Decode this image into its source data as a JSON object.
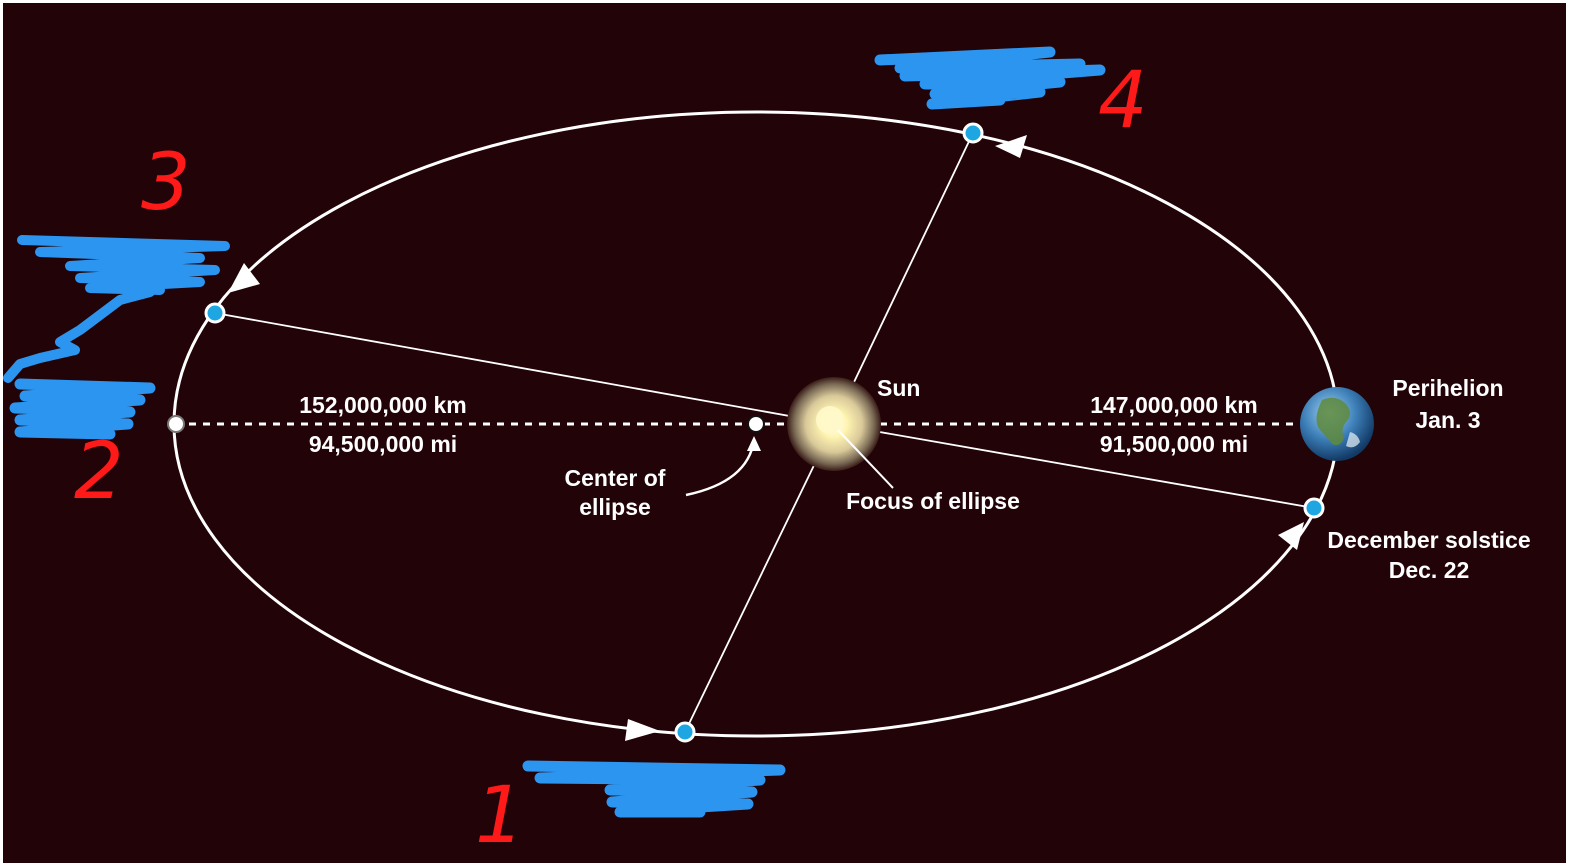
{
  "labels": {
    "sun": "Sun",
    "perihelion_line1": "Perihelion",
    "perihelion_line2": "Jan. 3",
    "aphelion_km": "152,000,000 km",
    "aphelion_mi": "94,500,000 mi",
    "perihelion_km": "147,000,000 km",
    "perihelion_mi": "91,500,000 mi",
    "center_line1": "Center of",
    "center_line2": "ellipse",
    "focus": "Focus of ellipse",
    "december_line1": "December solstice",
    "december_line2": "Dec. 22"
  },
  "handwritten_numbers": {
    "n1": "1",
    "n2": "2",
    "n3": "3",
    "n4": "4"
  },
  "colors": {
    "background": "#220307",
    "orbit": "#ffffff",
    "position_dot": "#1ea6e3",
    "scribble": "#2c95f0",
    "handwritten": "#ff1a1a",
    "sun_core": "#fff8c8"
  }
}
